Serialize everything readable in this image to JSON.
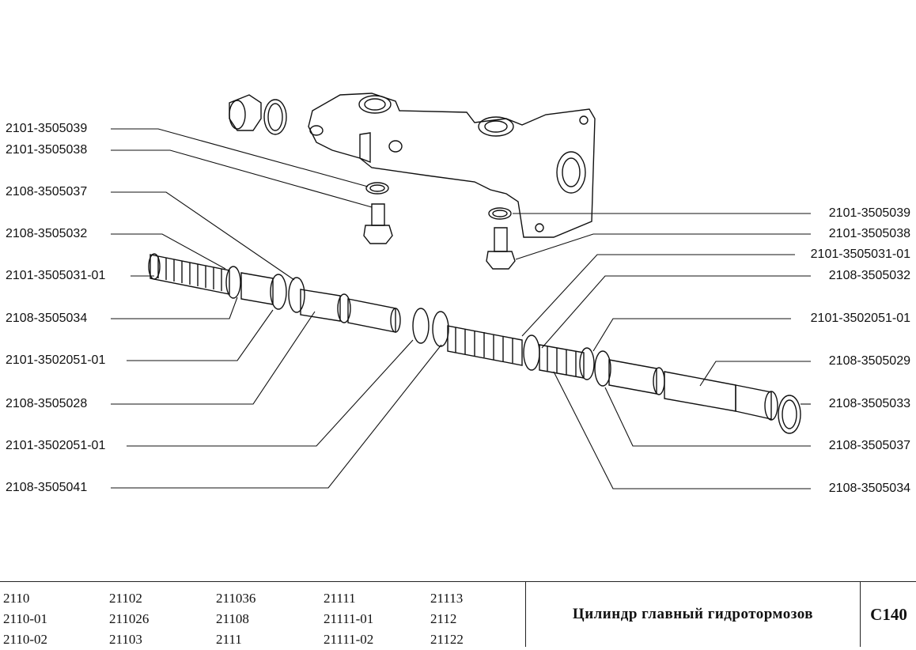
{
  "labels_left": [
    "2101-3505039",
    "2101-3505038",
    "2108-3505037",
    "2108-3505032",
    "2101-3505031-01",
    "2108-3505034",
    "2101-3502051-01",
    "2108-3505028",
    "2101-3502051-01",
    "2108-3505041"
  ],
  "labels_right": [
    "2101-3505039",
    "2101-3505038",
    "2101-3505031-01",
    "2108-3505032",
    "2101-3502051-01",
    "2108-3505029",
    "2108-3505033",
    "2108-3505037",
    "2108-3505034"
  ],
  "footer": {
    "models": [
      [
        "2110",
        "2110-01",
        "2110-02"
      ],
      [
        "21102",
        "211026",
        "21103"
      ],
      [
        "211036",
        "21108",
        "2111"
      ],
      [
        "21111",
        "21111-01",
        "21111-02"
      ],
      [
        "21113",
        "2112",
        "21122"
      ]
    ],
    "title": "Цилиндр главный гидротормозов",
    "code": "C140"
  }
}
